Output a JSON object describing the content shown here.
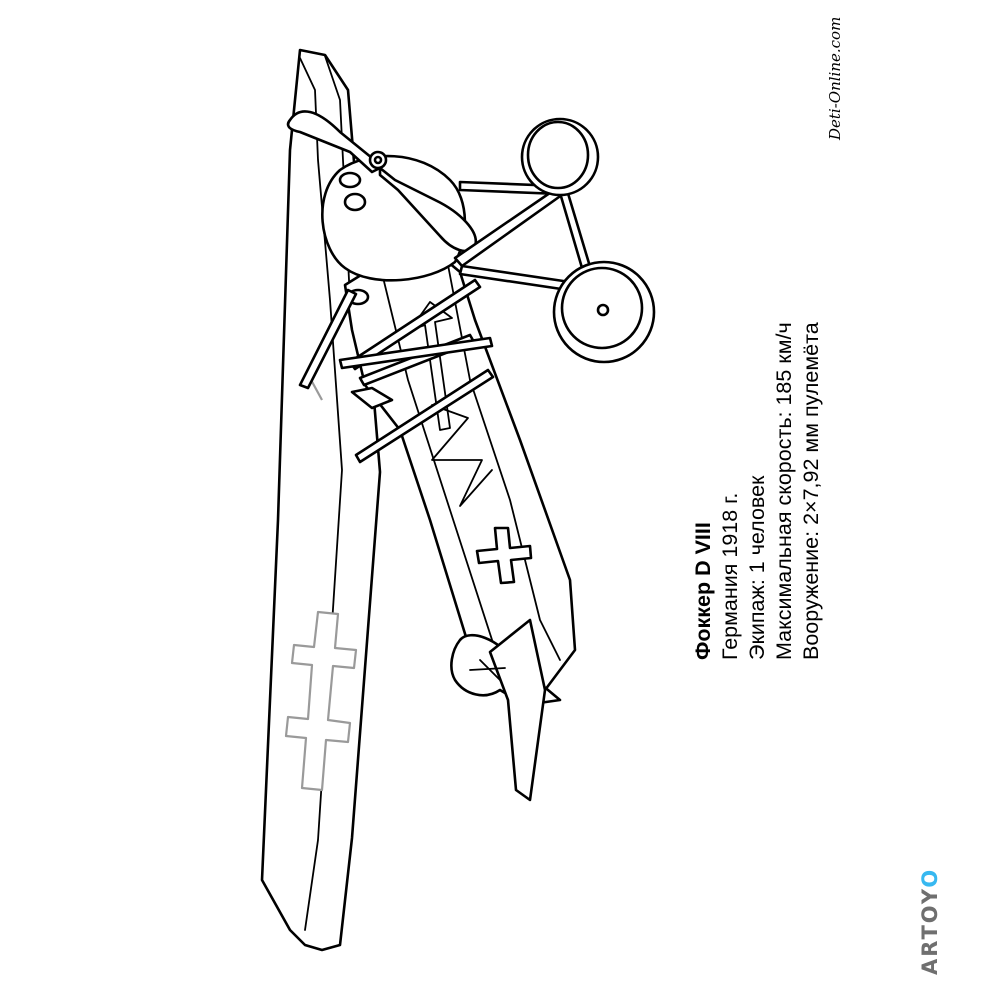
{
  "caption": {
    "title": "Фоккер D VIII",
    "line1": "Германия 1918 г.",
    "line2": "Экипаж: 1 человек",
    "line3": "Максимальная скорость: 185 км/ч",
    "line4": "Вооружение: 2×7,92 мм пулемёта"
  },
  "watermark_site": "Deti-Online.com",
  "watermark_brand": {
    "text": "ARTOY",
    "accent_letter": "O",
    "accent_color": "#37b8f0"
  },
  "colors": {
    "line": "#000000",
    "insignia": "#9a9a9a",
    "background": "#ffffff"
  }
}
